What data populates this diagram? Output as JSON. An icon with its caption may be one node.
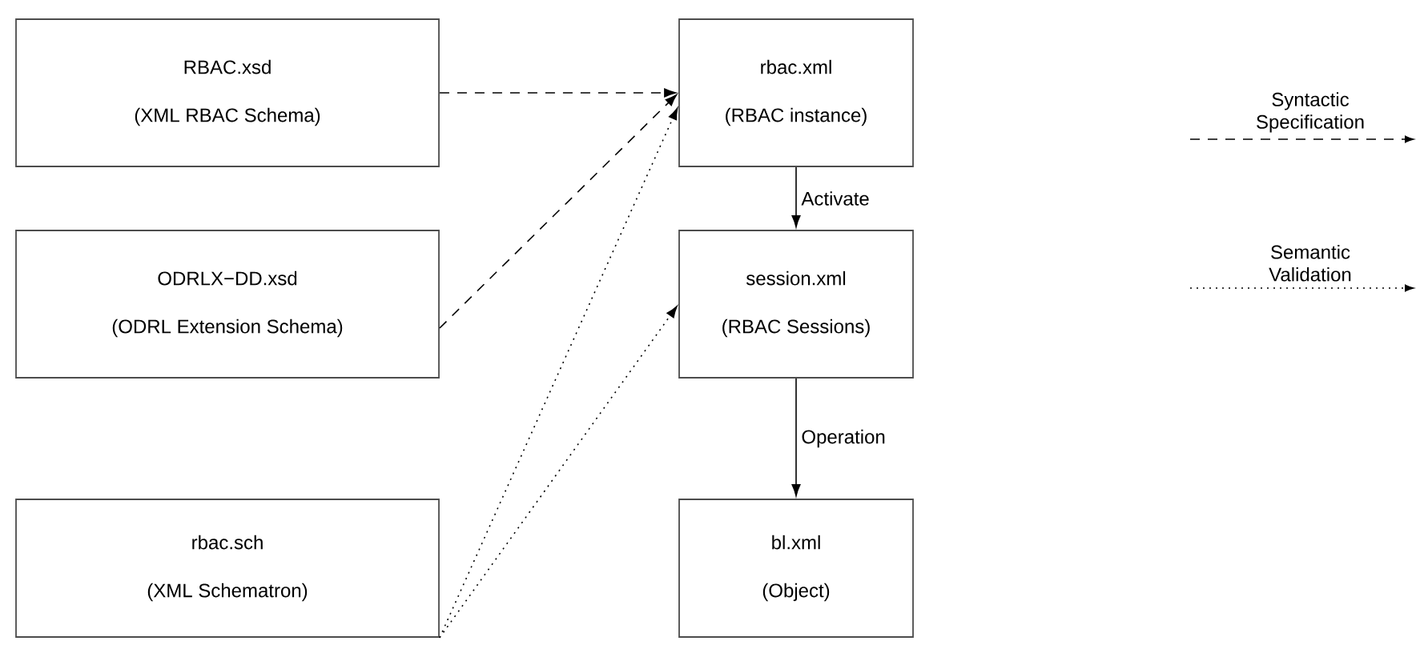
{
  "diagram": {
    "nodes": [
      {
        "text": [
          "RBAC.xsd",
          "(XML RBAC Schema)"
        ]
      },
      {
        "text": [
          "rbac.xml",
          "(RBAC instance)"
        ]
      },
      {
        "text": [
          "ODRLX−DD.xsd",
          "(ODRL Extension Schema)"
        ]
      },
      {
        "text": [
          "session.xml",
          "(RBAC Sessions)"
        ]
      },
      {
        "text": [
          "rbac.sch",
          "(XML Schematron)"
        ]
      },
      {
        "text": [
          "bl.xml",
          "(Object)"
        ]
      }
    ],
    "edges": [
      {
        "from": 0,
        "to": 1,
        "arrow": "to",
        "style": "dashed"
      },
      {
        "from": 2,
        "to": 1,
        "arrow": "to",
        "style": "dashed"
      },
      {
        "from": 4,
        "to": 1,
        "arrow": "to",
        "style": "dashed"
      },
      {
        "from": 4,
        "to": 3,
        "arrow": "to",
        "style": "dashed"
      },
      {
        "from": 1,
        "to": 3,
        "arrow": "to",
        "label": "Activate"
      },
      {
        "from": 3,
        "to": 5,
        "arrow": "to",
        "label": "Operation"
      }
    ],
    "legend": [
      {
        "text": "Syntactic Specification"
      },
      {
        "text": "Semantic Validation"
      }
    ]
  }
}
